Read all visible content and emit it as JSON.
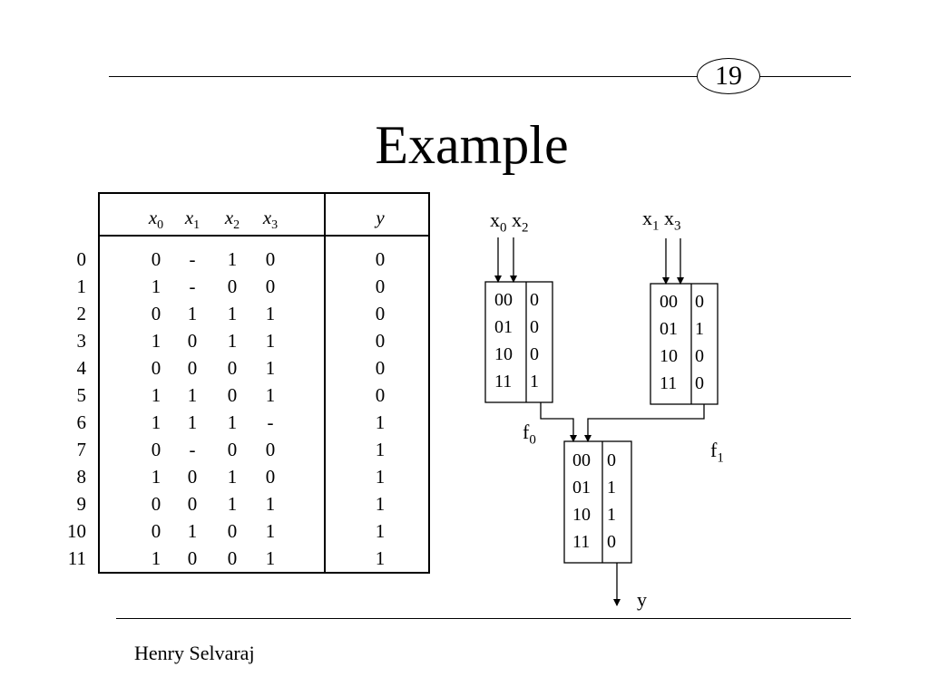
{
  "slide_number": "19",
  "title": "Example",
  "footer": "Henry Selvaraj",
  "table": {
    "inputs": [
      {
        "name": "x",
        "sub": "0"
      },
      {
        "name": "x",
        "sub": "1"
      },
      {
        "name": "x",
        "sub": "2"
      },
      {
        "name": "x",
        "sub": "3"
      }
    ],
    "output": "y",
    "rows": [
      {
        "id": "0",
        "x": [
          "0",
          "-",
          "1",
          "0"
        ],
        "y": "0"
      },
      {
        "id": "1",
        "x": [
          "1",
          "-",
          "0",
          "0"
        ],
        "y": "0"
      },
      {
        "id": "2",
        "x": [
          "0",
          "1",
          "1",
          "1"
        ],
        "y": "0"
      },
      {
        "id": "3",
        "x": [
          "1",
          "0",
          "1",
          "1"
        ],
        "y": "0"
      },
      {
        "id": "4",
        "x": [
          "0",
          "0",
          "0",
          "1"
        ],
        "y": "0"
      },
      {
        "id": "5",
        "x": [
          "1",
          "1",
          "0",
          "1"
        ],
        "y": "0"
      },
      {
        "id": "6",
        "x": [
          "1",
          "1",
          "1",
          "-"
        ],
        "y": "1"
      },
      {
        "id": "7",
        "x": [
          "0",
          "-",
          "0",
          "0"
        ],
        "y": "1"
      },
      {
        "id": "8",
        "x": [
          "1",
          "0",
          "1",
          "0"
        ],
        "y": "1"
      },
      {
        "id": "9",
        "x": [
          "0",
          "0",
          "1",
          "1"
        ],
        "y": "1"
      },
      {
        "id": "10",
        "x": [
          "0",
          "1",
          "0",
          "1"
        ],
        "y": "1"
      },
      {
        "id": "11",
        "x": [
          "1",
          "0",
          "0",
          "1"
        ],
        "y": "1"
      }
    ]
  },
  "diagram": {
    "f0": {
      "inputs": [
        {
          "name": "x",
          "sub": "0"
        },
        {
          "name": "x",
          "sub": "2"
        }
      ],
      "label": {
        "name": "f",
        "sub": "0"
      },
      "codes": [
        "00",
        "01",
        "10",
        "11"
      ],
      "values": [
        "0",
        "0",
        "0",
        "1"
      ]
    },
    "f1": {
      "inputs": [
        {
          "name": "x",
          "sub": "1"
        },
        {
          "name": "x",
          "sub": "3"
        }
      ],
      "label": {
        "name": "f",
        "sub": "1"
      },
      "codes": [
        "00",
        "01",
        "10",
        "11"
      ],
      "values": [
        "0",
        "1",
        "0",
        "0"
      ]
    },
    "out": {
      "codes": [
        "00",
        "01",
        "10",
        "11"
      ],
      "values": [
        "0",
        "1",
        "1",
        "0"
      ],
      "label": "y"
    }
  }
}
